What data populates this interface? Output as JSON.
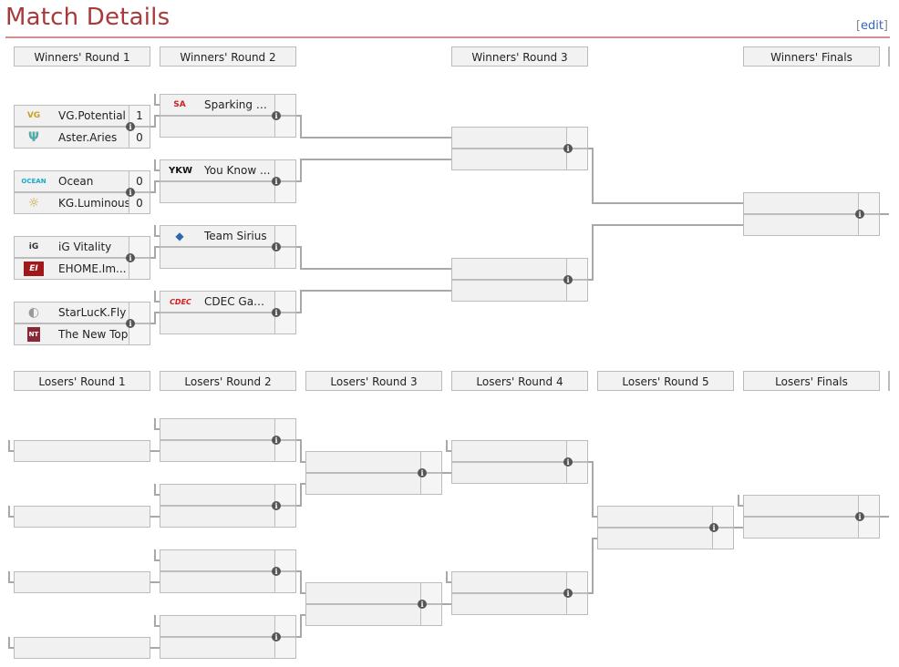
{
  "page": {
    "title": "Match Details",
    "edit_open": "[",
    "edit_label": "edit",
    "edit_close": "]"
  },
  "rounds": {
    "w1": "Winners' Round 1",
    "w2": "Winners' Round 2",
    "w3": "Winners' Round 3",
    "wf": "Winners' Finals",
    "l1": "Losers' Round 1",
    "l2": "Losers' Round 2",
    "l3": "Losers' Round 3",
    "l4": "Losers' Round 4",
    "l5": "Losers' Round 5",
    "lf": "Losers' Finals"
  },
  "teams": {
    "vg": {
      "name": "VG.Potential",
      "score": "1",
      "logo": "VG",
      "color": "#c8a020"
    },
    "aster": {
      "name": "Aster.Aries",
      "score": "0",
      "logo": "Ψ",
      "color": "#5aa"
    },
    "ocean": {
      "name": "Ocean",
      "score": "0",
      "logo": "OCEAN",
      "color": "#1aa8c8"
    },
    "kg": {
      "name": "KG.Luminous",
      "score": "0",
      "logo": "☼",
      "color": "#c8a030"
    },
    "ig": {
      "name": "iG Vitality",
      "logo": "iG",
      "color": "#333"
    },
    "ehome": {
      "name": "EHOME.Im...",
      "logo": "EI",
      "color": "#a01818"
    },
    "starluck": {
      "name": "StarLucK.Fly",
      "logo": "◐",
      "color": "#999"
    },
    "newtop": {
      "name": "The New Top",
      "logo": "NT",
      "color": "#8a2838"
    },
    "sparking": {
      "name": "Sparking Ar...",
      "logo": "SA",
      "color": "#d02020"
    },
    "yku": {
      "name": "You Know ...",
      "logo": "YKW",
      "color": "#111"
    },
    "sirius": {
      "name": "Team Sirius",
      "logo": "◆",
      "color": "#2a6aaa"
    },
    "cdec": {
      "name": "CDEC Gami...",
      "logo": "CDEC",
      "color": "#d02020"
    }
  },
  "info_icon_glyph": "i"
}
